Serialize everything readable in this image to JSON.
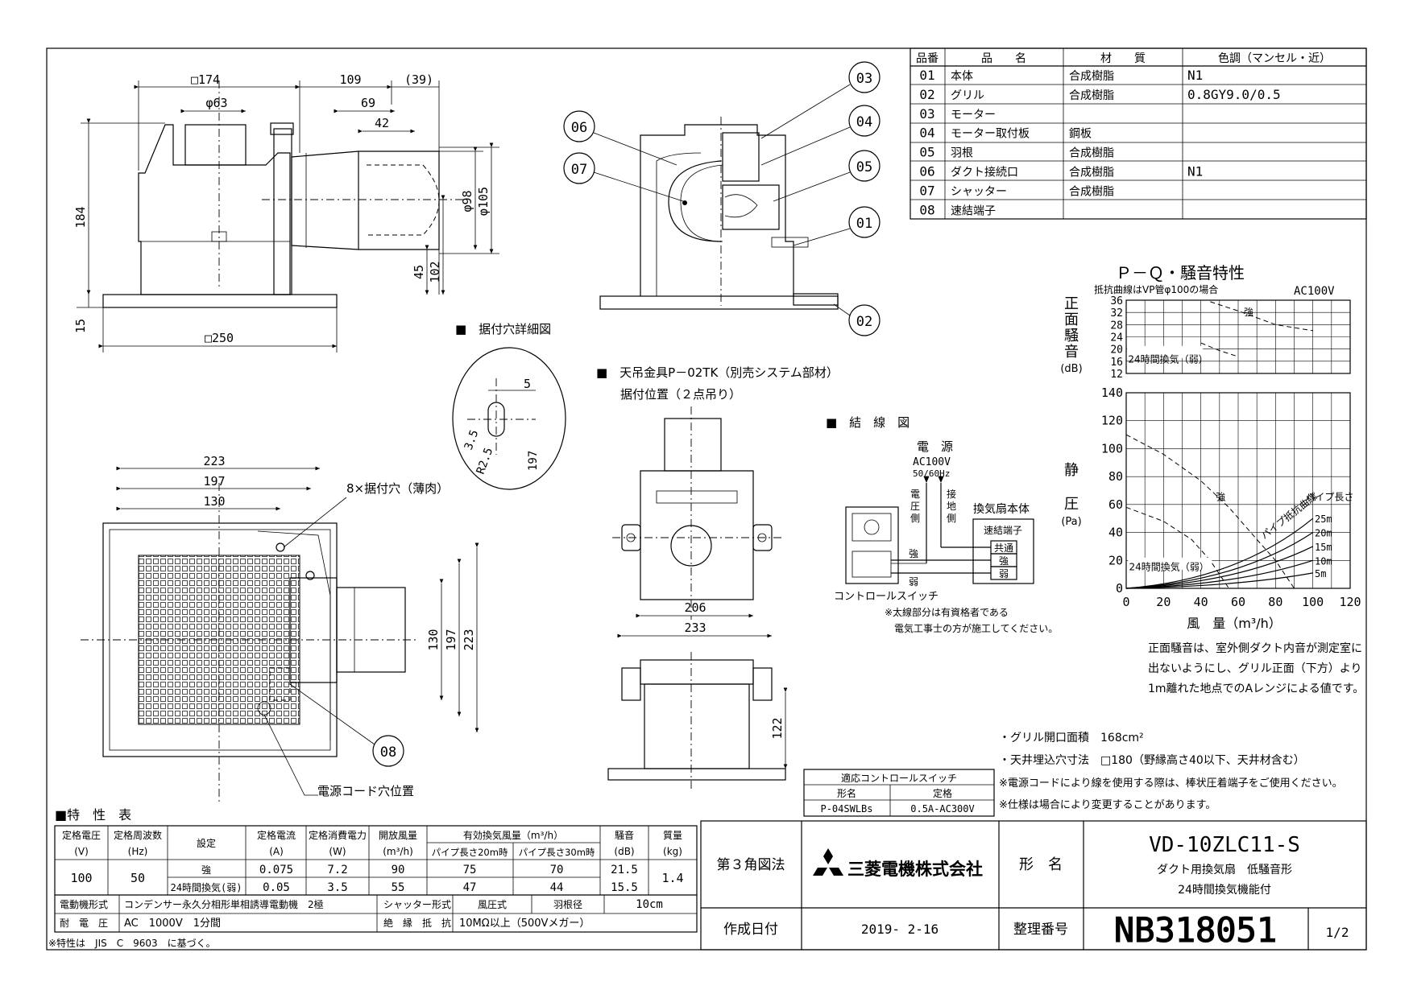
{
  "parts_table": {
    "headers": [
      "品番",
      "品　　名",
      "材　　質",
      "色調（マンセル・近）"
    ],
    "rows": [
      [
        "01",
        "本体",
        "合成樹脂",
        "N1"
      ],
      [
        "02",
        "グリル",
        "合成樹脂",
        "0.8GY9.0/0.5"
      ],
      [
        "03",
        "モーター",
        "",
        ""
      ],
      [
        "04",
        "モーター取付板",
        "鋼板",
        ""
      ],
      [
        "05",
        "羽根",
        "合成樹脂",
        ""
      ],
      [
        "06",
        "ダクト接続口",
        "合成樹脂",
        "N1"
      ],
      [
        "07",
        "シャッター",
        "合成樹脂",
        ""
      ],
      [
        "08",
        "速結端子",
        "",
        ""
      ]
    ]
  },
  "side_view": {
    "dims": {
      "w174": "□174",
      "d63": "φ63",
      "d109": "109",
      "d39": "(39)",
      "d69": "69",
      "d42": "42",
      "h184": "184",
      "d98": "φ98",
      "d105": "φ105",
      "h45": "45",
      "h102": "102",
      "h15": "15",
      "w250": "□250"
    }
  },
  "section_callouts": [
    "03",
    "04",
    "05",
    "01",
    "06",
    "07",
    "02"
  ],
  "hole_detail": {
    "title": "■　据付穴詳細図",
    "d5": "5",
    "d35": "3.5",
    "r25": "R2.5",
    "d197": "197"
  },
  "hanger": {
    "title": "■　天吊金具P－02TK（別売システム部材）",
    "subtitle": "据付位置（２点吊り）",
    "d206": "206",
    "d233": "233",
    "d122": "122"
  },
  "bottom_view": {
    "d223": "223",
    "d197": "197",
    "d130": "130",
    "holes": "8×据付穴（薄肉）",
    "v130": "130",
    "v197": "197",
    "v223": "223",
    "callout08": "08",
    "cord": "電源コード穴位置"
  },
  "wiring": {
    "title": "■　結　線　図",
    "source": "電　源",
    "voltage": "AC100V",
    "freq": "50/60Hz",
    "voltage_side": "電\n圧\n側",
    "ground_side": "接\n地\n側",
    "fan_body": "換気扇本体",
    "terminal": "速結端子",
    "common": "共通",
    "strong": "強",
    "weak": "弱",
    "strong_line": "強",
    "weak_line": "弱",
    "control": "コントロールスイッチ",
    "note1": "※太線部分は有資格者である",
    "note2": "電気工事士の方が施工してください。"
  },
  "chart_header": {
    "title": "Ｐ－Ｑ・騒音特性",
    "resistance": "抵抗曲線はVP管φ100の場合",
    "ac": "AC100V"
  },
  "chart_data": [
    {
      "type": "line",
      "title": "",
      "ylabel": "正面騒音(dB)",
      "ylim": [
        12,
        36
      ],
      "yticks": [
        "36",
        "32",
        "28",
        "24",
        "20",
        "16",
        "12"
      ],
      "xlim": [
        0,
        120
      ],
      "series": [
        {
          "name": "強",
          "x": [
            45,
            60,
            80,
            100
          ],
          "y": [
            35.5,
            32.5,
            28,
            26
          ]
        },
        {
          "name": "24時間換気（弱）",
          "x": [
            40,
            50,
            60
          ],
          "y": [
            22,
            19.5,
            17.5
          ]
        }
      ]
    },
    {
      "type": "line",
      "title": "",
      "xlabel": "風　量（m³/h）",
      "ylabel": "静圧(Pa)",
      "xlim": [
        0,
        120
      ],
      "ylim": [
        0,
        140
      ],
      "xticks": [
        "0",
        "20",
        "40",
        "60",
        "80",
        "100",
        "120"
      ],
      "yticks": [
        "140",
        "120",
        "100",
        "80",
        "60",
        "40",
        "20",
        "0"
      ],
      "series": [
        {
          "name": "強",
          "x": [
            0,
            20,
            40,
            55,
            70,
            80,
            90
          ],
          "y": [
            110,
            96,
            77,
            58,
            35,
            20,
            0
          ]
        },
        {
          "name": "24時間換気（弱）",
          "x": [
            0,
            20,
            35,
            45,
            55
          ],
          "y": [
            58,
            48,
            35,
            20,
            0
          ]
        }
      ],
      "resistance_curves": [
        {
          "name": "25m",
          "x": [
            0,
            60,
            100
          ],
          "y": [
            0,
            18,
            50
          ]
        },
        {
          "name": "20m",
          "x": [
            0,
            60,
            100
          ],
          "y": [
            0,
            14,
            40
          ]
        },
        {
          "name": "15m",
          "x": [
            0,
            60,
            100
          ],
          "y": [
            0,
            11,
            30
          ]
        },
        {
          "name": "10m",
          "x": [
            0,
            60,
            100
          ],
          "y": [
            0,
            7,
            20
          ]
        },
        {
          "name": "5m",
          "x": [
            0,
            60,
            100
          ],
          "y": [
            0,
            4,
            11
          ]
        }
      ],
      "annotations": [
        "強",
        "パイプ長さ",
        "パイプ抵抗曲線",
        "24時間換気（弱）",
        "25m",
        "20m",
        "15m",
        "10m",
        "5m"
      ]
    }
  ],
  "chart_unit": {
    "db": "(dB)",
    "pa": "(Pa)",
    "y1a": "正",
    "y1b": "面",
    "y1c": "騒",
    "y1d": "音",
    "y2a": "静",
    "y2b": "圧",
    "x": "風　量（m³/h）"
  },
  "noise_note": [
    "正面騒音は、室外側ダクト内音が測定室に",
    "出ないようにし、グリル正面（下方）より",
    "1m離れた地点でのAレンジによる値です。"
  ],
  "notes": [
    "・グリル開口面積　168cm²",
    "・天井埋込穴寸法　□180（野縁高さ40以下、天井材含む）",
    "※電源コードにより線を使用する際は、棒状圧着端子をご使用ください。",
    "※仕様は場合により変更することがあります。"
  ],
  "switch_table": {
    "title": "適応コントロールスイッチ",
    "h1": "形名",
    "h2": "定格",
    "v1": "P-04SWLBs",
    "v2": "0.5A-AC300V"
  },
  "spec": {
    "title": "■特　性　表",
    "h_voltage": "定格電圧",
    "u_voltage": "(V)",
    "h_freq": "定格周波数",
    "u_freq": "(Hz)",
    "h_setting": "設定",
    "h_current": "定格電流",
    "u_current": "(A)",
    "h_power": "定格消費電力",
    "u_power": "(W)",
    "h_open": "開放風量",
    "u_open": "(m³/h)",
    "h_eff": "有効換気風量（m³/h）",
    "h_p20": "パイプ長さ20m時",
    "h_p30": "パイプ長さ30m時",
    "h_noise": "騒音",
    "u_noise": "(dB)",
    "h_mass": "質量",
    "u_mass": "(kg)",
    "voltage": "100",
    "freq": "50",
    "mass": "1.4",
    "rows": [
      {
        "setting": "強",
        "current": "0.075",
        "power": "7.2",
        "open": "90",
        "p20": "75",
        "p30": "70",
        "noise": "21.5"
      },
      {
        "setting": "24時間換気(弱)",
        "current": "0.05",
        "power": "3.5",
        "open": "55",
        "p20": "47",
        "p30": "44",
        "noise": "15.5"
      }
    ],
    "motor_label": "電動機形式",
    "motor": "コンデンサー永久分相形単相誘導電動機　2極",
    "shutter_label": "シャッター形式",
    "shutter": "風圧式",
    "blade_label": "羽根径",
    "blade": "10cm",
    "withstand_label": "耐　電　圧",
    "withstand": "AC　1000V　1分間",
    "insulation_label": "絶　縁　抵　抗",
    "insulation": "10MΩ以上（500Vメガー）",
    "footnote": "※特性は　JIS　C　9603　に基づく。"
  },
  "title_block": {
    "projection": "第３角図法",
    "company": "三菱電機株式会社",
    "model_label": "形　名",
    "model": "VD-10ZLC11-S",
    "desc1": "ダクト用換気扇　低騒音形",
    "desc2": "24時間換気機能付",
    "date_label": "作成日付",
    "date": "2019- 2-16",
    "doc_label": "整理番号",
    "doc_no": "NB318051",
    "page": "1/2"
  }
}
